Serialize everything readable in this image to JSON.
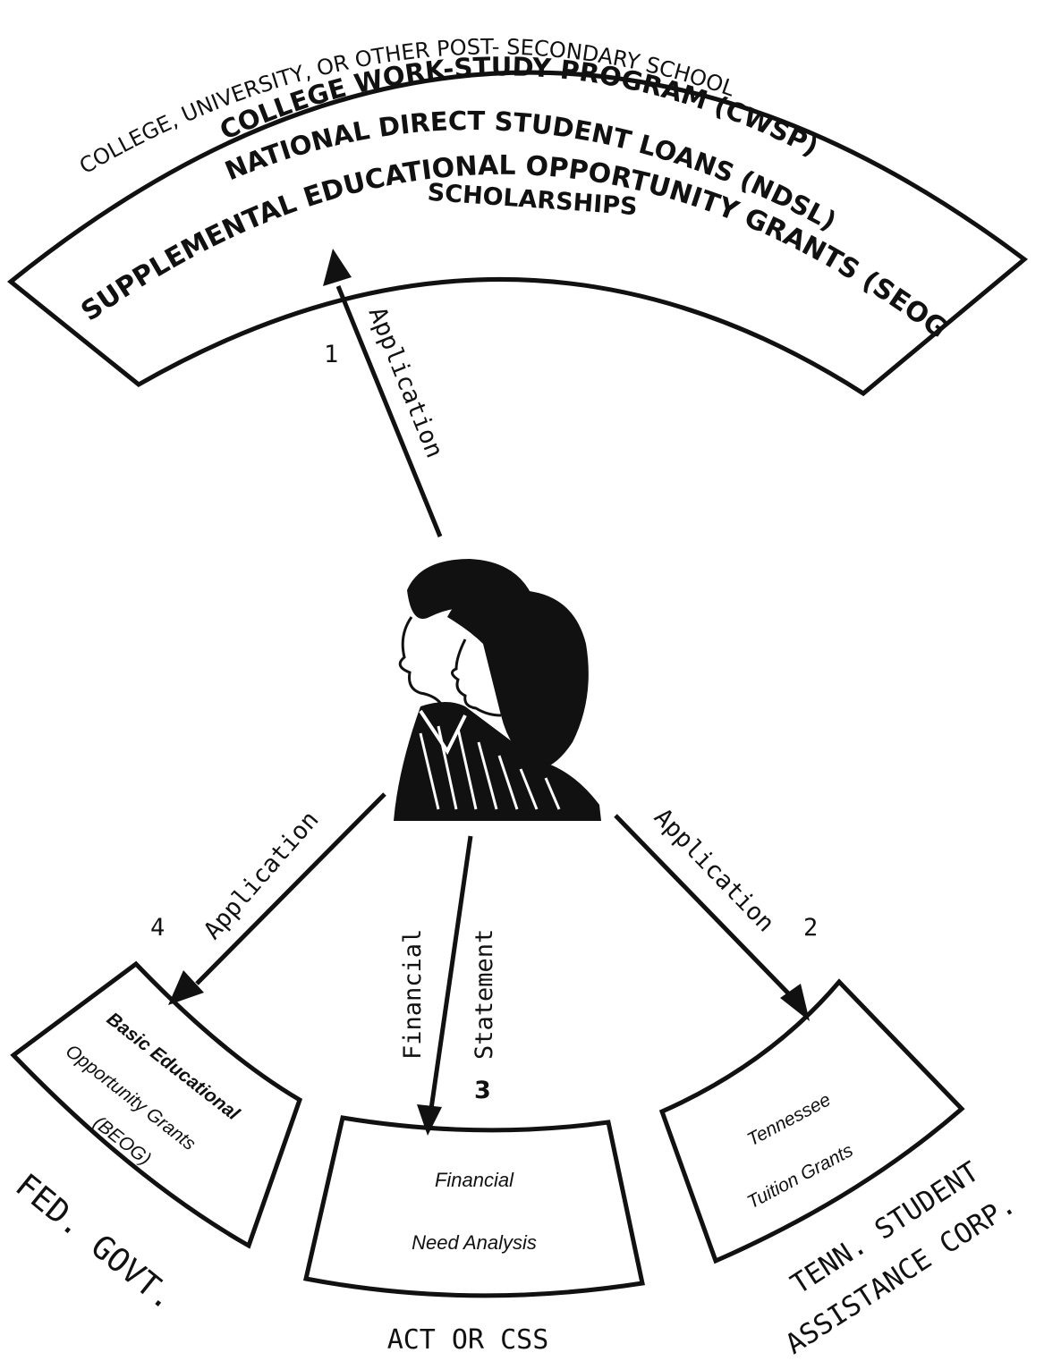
{
  "top_box": {
    "institution_label": "COLLEGE,   UNIVERSITY,     OR OTHER       POST- SECONDARY     SCHOOL",
    "programs": [
      "COLLEGE WORK-STUDY PROGRAM (CWSP)",
      "NATIONAL DIRECT STUDENT LOANS (NDSL)",
      "SUPPLEMENTAL EDUCATIONAL OPPORTUNITY GRANTS (SEOG)",
      "SCHOLARSHIPS"
    ]
  },
  "flows": {
    "to_school": {
      "step": "1",
      "label": "Application"
    },
    "to_tennessee": {
      "step": "2",
      "label": "Application"
    },
    "to_analysis": {
      "step": "3",
      "label_line1": "Financial",
      "label_line2": "Statement"
    },
    "to_federal": {
      "step": "4",
      "label": "Application"
    }
  },
  "boxes": {
    "beog": {
      "lines": [
        "Basic Educational",
        "Opportunity Grants",
        "(BEOG)"
      ],
      "agency": "FED. GOVT."
    },
    "need_analysis": {
      "lines": [
        "Financial",
        "Need Analysis"
      ],
      "agency": "ACT OR CSS"
    },
    "tennessee": {
      "lines": [
        "Tennessee",
        "Tuition Grants"
      ],
      "agency_line1": "TENN. STUDENT",
      "agency_line2": "ASSISTANCE CORP."
    }
  },
  "icons": [
    "students-illustration"
  ]
}
